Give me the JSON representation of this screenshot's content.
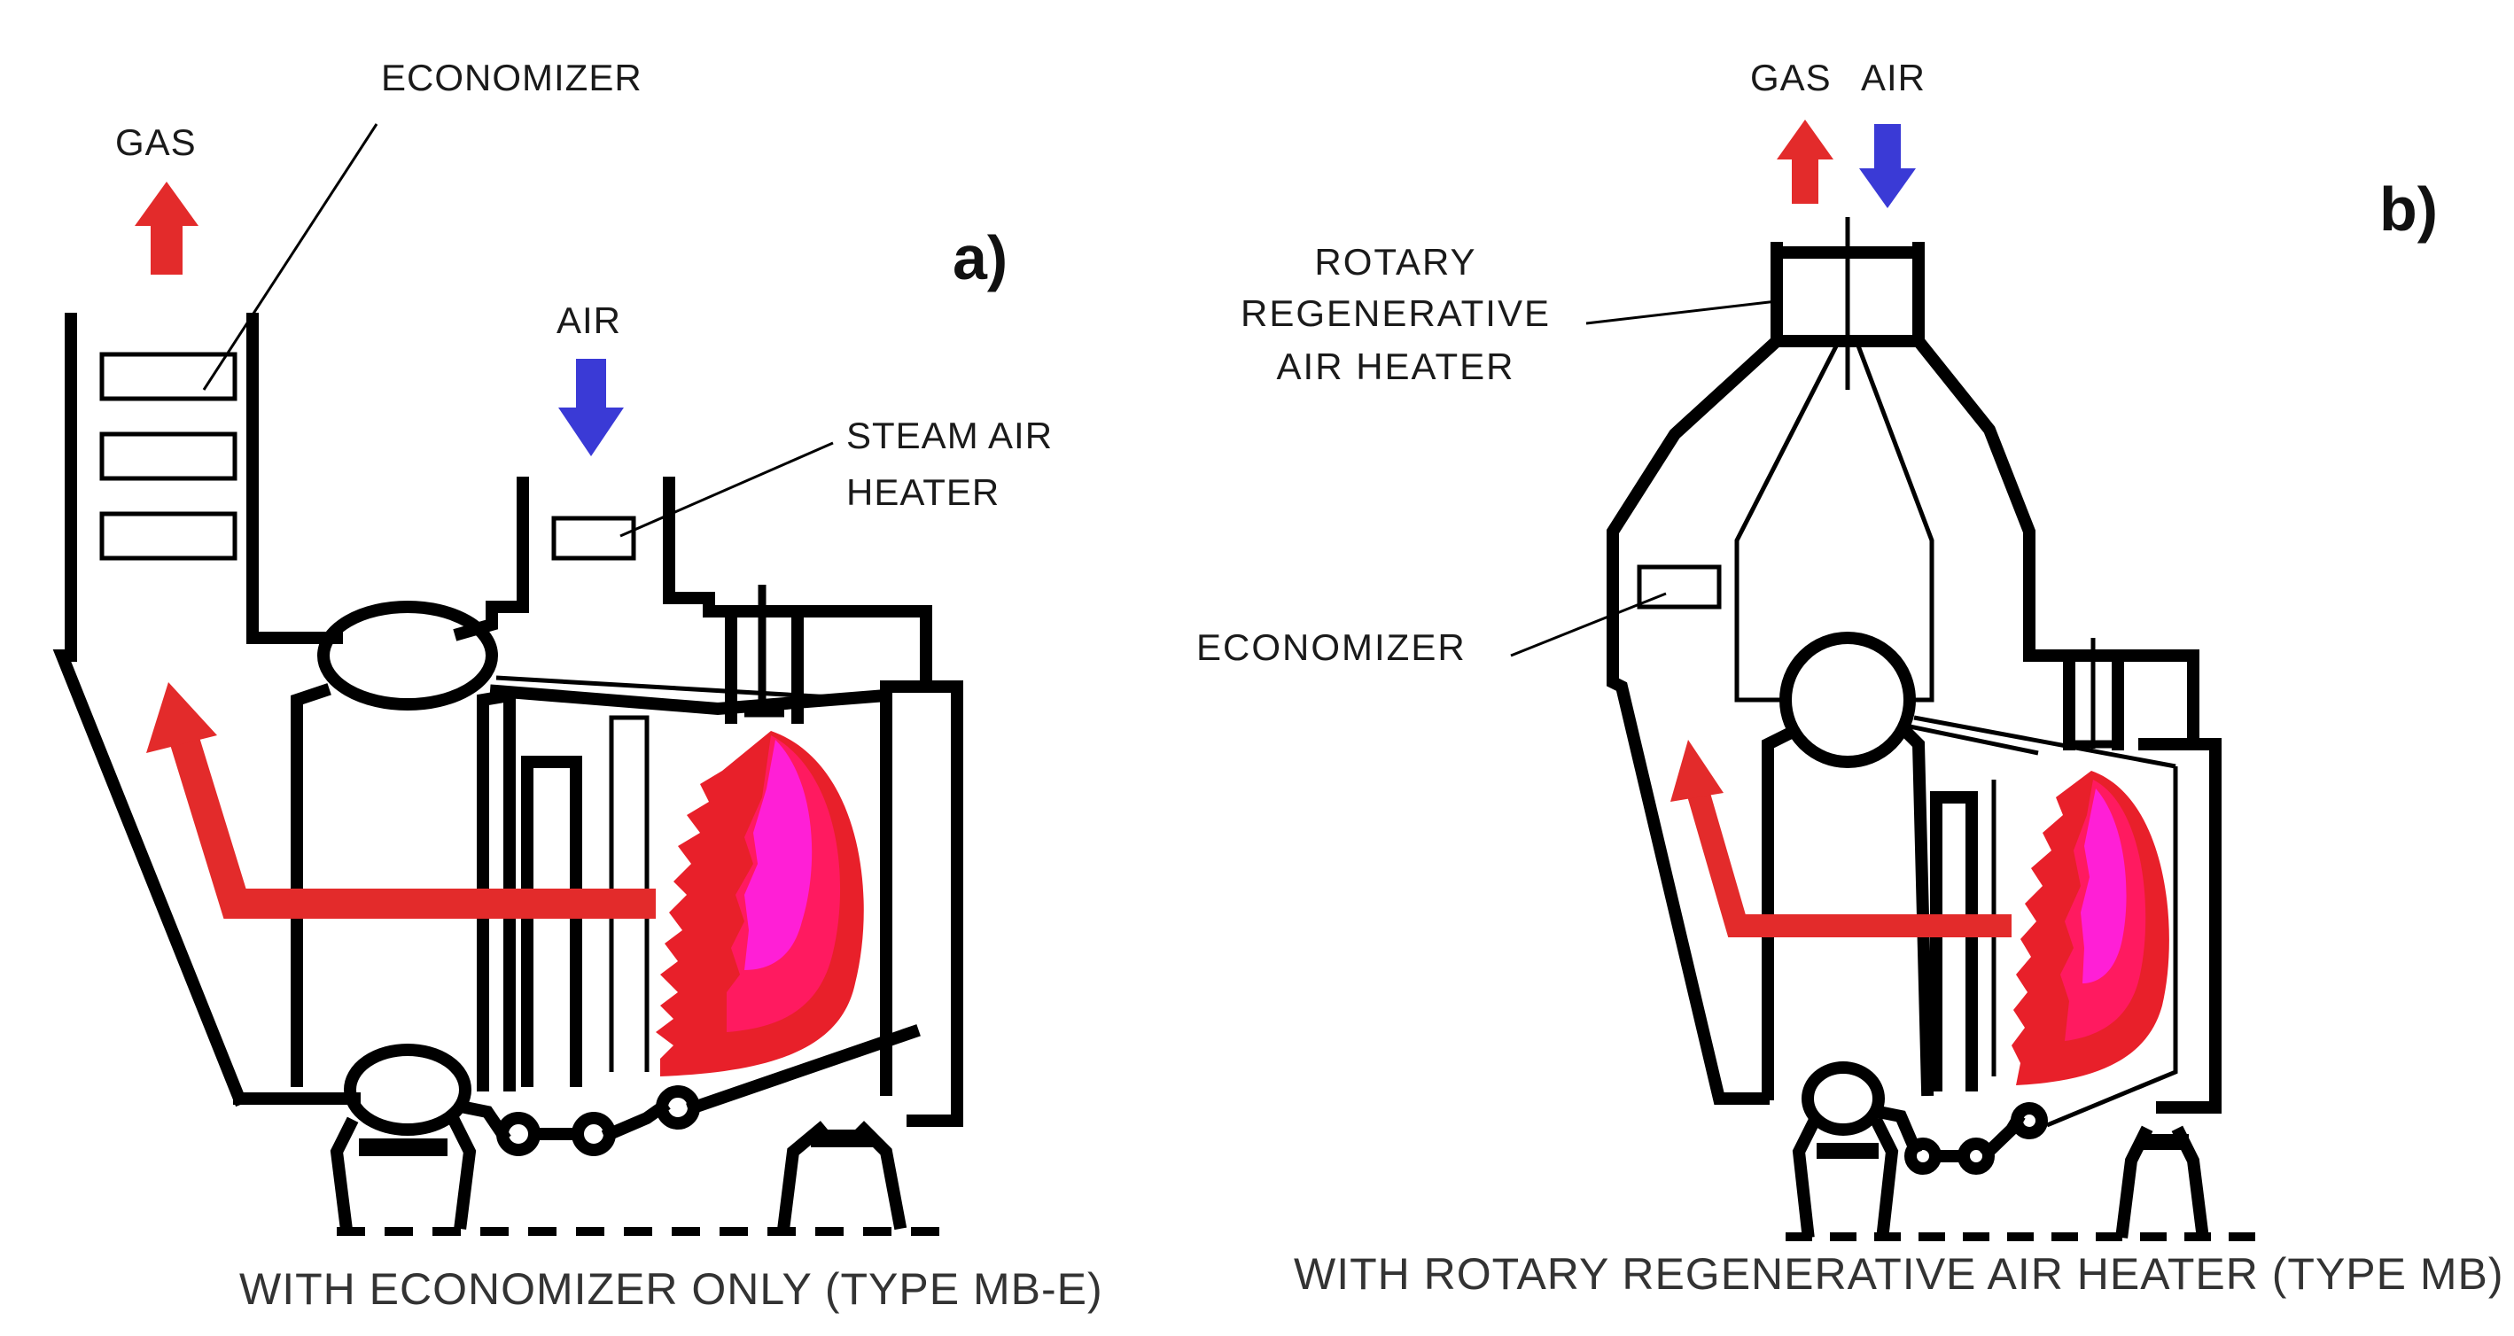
{
  "panel_a": {
    "tag": "a)",
    "labels": {
      "gas": "GAS",
      "economizer": "ECONOMIZER",
      "air": "AIR",
      "steam_air_heater_line1": "STEAM AIR",
      "steam_air_heater_line2": "HEATER"
    },
    "caption": "WITH ECONOMIZER ONLY (TYPE MB-E)"
  },
  "panel_b": {
    "tag": "b)",
    "labels": {
      "gas": "GAS",
      "air": "AIR",
      "rotary_line1": "ROTARY",
      "rotary_line2": "REGENERATIVE",
      "rotary_line3": "AIR HEATER",
      "economizer": "ECONOMIZER"
    },
    "caption": "WITH ROTARY REGENERATIVE AIR HEATER (TYPE MB)"
  },
  "colors": {
    "gas_arrow": "#e32b2b",
    "air_arrow": "#3a3ad6",
    "flame_outer": "#e8202a",
    "flame_inner": "#ff1fd6",
    "outline": "#000000"
  }
}
